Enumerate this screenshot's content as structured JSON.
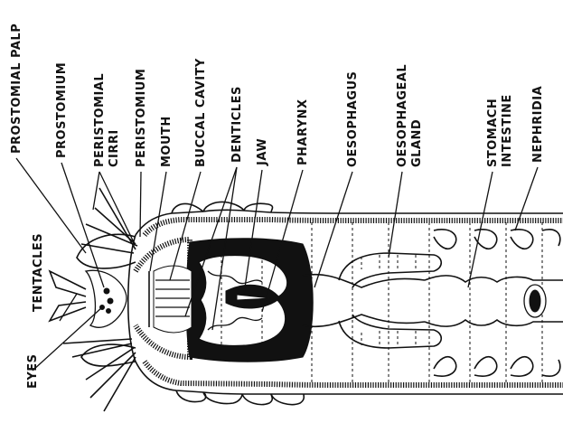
{
  "labels": {
    "prostomial_palp": "PROSTOMIAL PALP",
    "prostomium": "PROSTOMIUM",
    "peristomial_cirri_1": "PERISTOMIAL",
    "peristomial_cirri_2": "CIRRI",
    "peristomium": "PERISTOMIUM",
    "mouth": "MOUTH",
    "buccal_cavity": "BUCCAL CAVITY",
    "denticles": "DENTICLES",
    "jaw": "JAW",
    "pharynx": "PHARYNX",
    "oesophagus": "OESOPHAGUS",
    "oesophageal_gland_1": "OESOPHAGEAL",
    "oesophageal_gland_2": "GLAND",
    "stomach": "STOMACH",
    "intestine": "INTESTINE",
    "nephridia": "NEPHRIDIA",
    "tentacles": "TENTACLES",
    "eyes": "EYES"
  }
}
